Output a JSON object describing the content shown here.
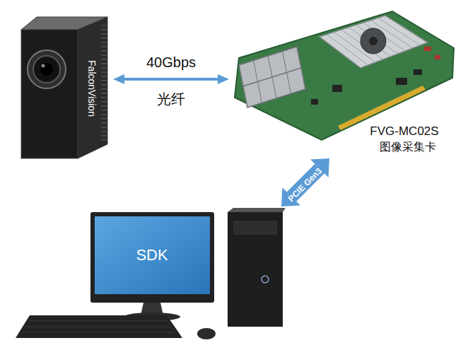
{
  "diagram": {
    "nodes": [
      {
        "text": [
          "FalconVision"
        ]
      },
      {
        "text": [
          "FVG-MC02S",
          "图像采集卡"
        ]
      },
      {
        "text": [
          "SDK"
        ]
      }
    ],
    "edges": [
      {
        "from": 0,
        "to": 1,
        "arrow": "both",
        "label": "40Gbps"
      },
      {
        "from": 1,
        "to": 2,
        "arrow": "both",
        "label": "PCIE Gen3"
      }
    ],
    "labels": [
      "光纤"
    ]
  }
}
